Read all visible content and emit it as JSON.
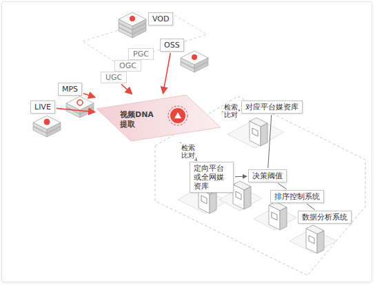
{
  "diagram": {
    "nodes": [
      {
        "text": [
          "VOD"
        ]
      },
      {
        "text": [
          "OSS"
        ]
      },
      {
        "text": [
          "PGC"
        ]
      },
      {
        "text": [
          "OGC"
        ]
      },
      {
        "text": [
          "UGC"
        ]
      },
      {
        "text": [
          "MPS"
        ]
      },
      {
        "text": [
          "LIVE"
        ]
      },
      {
        "text": [
          "视频DNA 提取"
        ]
      },
      {
        "text": [
          "对应平台媒资库"
        ]
      },
      {
        "text": [
          "定向平台或全网媒资库"
        ]
      },
      {
        "text": [
          "决策阈值"
        ]
      },
      {
        "text": [
          "排序控制系统"
        ]
      },
      {
        "text": [
          "数据分析系统"
        ]
      }
    ],
    "edges": [
      {
        "from": 6,
        "to": 7,
        "arrow": "to"
      },
      {
        "from": 5,
        "to": 7,
        "arrow": "to"
      },
      {
        "from": 4,
        "to": 7,
        "arrow": "to"
      },
      {
        "from": 1,
        "to": 7,
        "arrow": "to"
      },
      {
        "from": 7,
        "to": 8,
        "label": "检索比对",
        "arrow": "to"
      },
      {
        "from": 7,
        "to": 9,
        "label": "检索比对",
        "arrow": "to"
      },
      {
        "from": 9,
        "to": 10,
        "arrow": "to"
      },
      {
        "from": 8,
        "to": 10,
        "arrow": "none"
      },
      {
        "from": 10,
        "to": 11,
        "arrow": "none"
      },
      {
        "from": 11,
        "to": 12,
        "arrow": "none"
      }
    ]
  }
}
